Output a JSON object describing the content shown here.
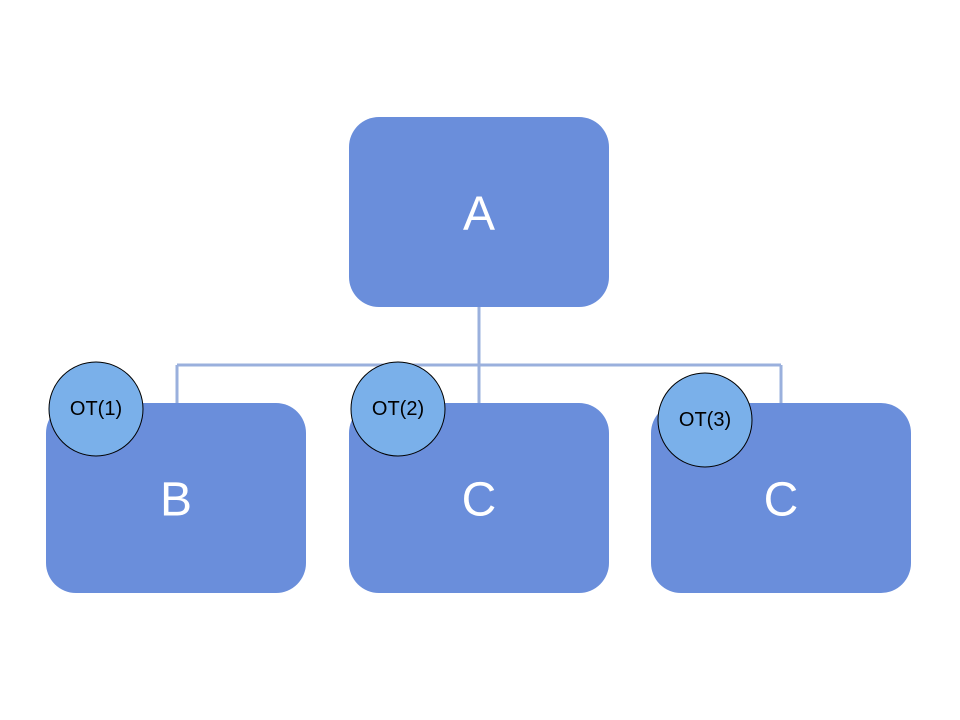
{
  "colors": {
    "node_fill": "#6a8edb",
    "node_text": "#ffffff",
    "connector": "#9ab0dd",
    "badge_fill": "#7ab0ea",
    "badge_stroke": "#000000",
    "badge_text": "#000000"
  },
  "diagram": {
    "root": {
      "label": "A"
    },
    "children": [
      {
        "label": "B",
        "badge": "OT(1)"
      },
      {
        "label": "C",
        "badge": "OT(2)"
      },
      {
        "label": "C",
        "badge": "OT(3)"
      }
    ]
  }
}
